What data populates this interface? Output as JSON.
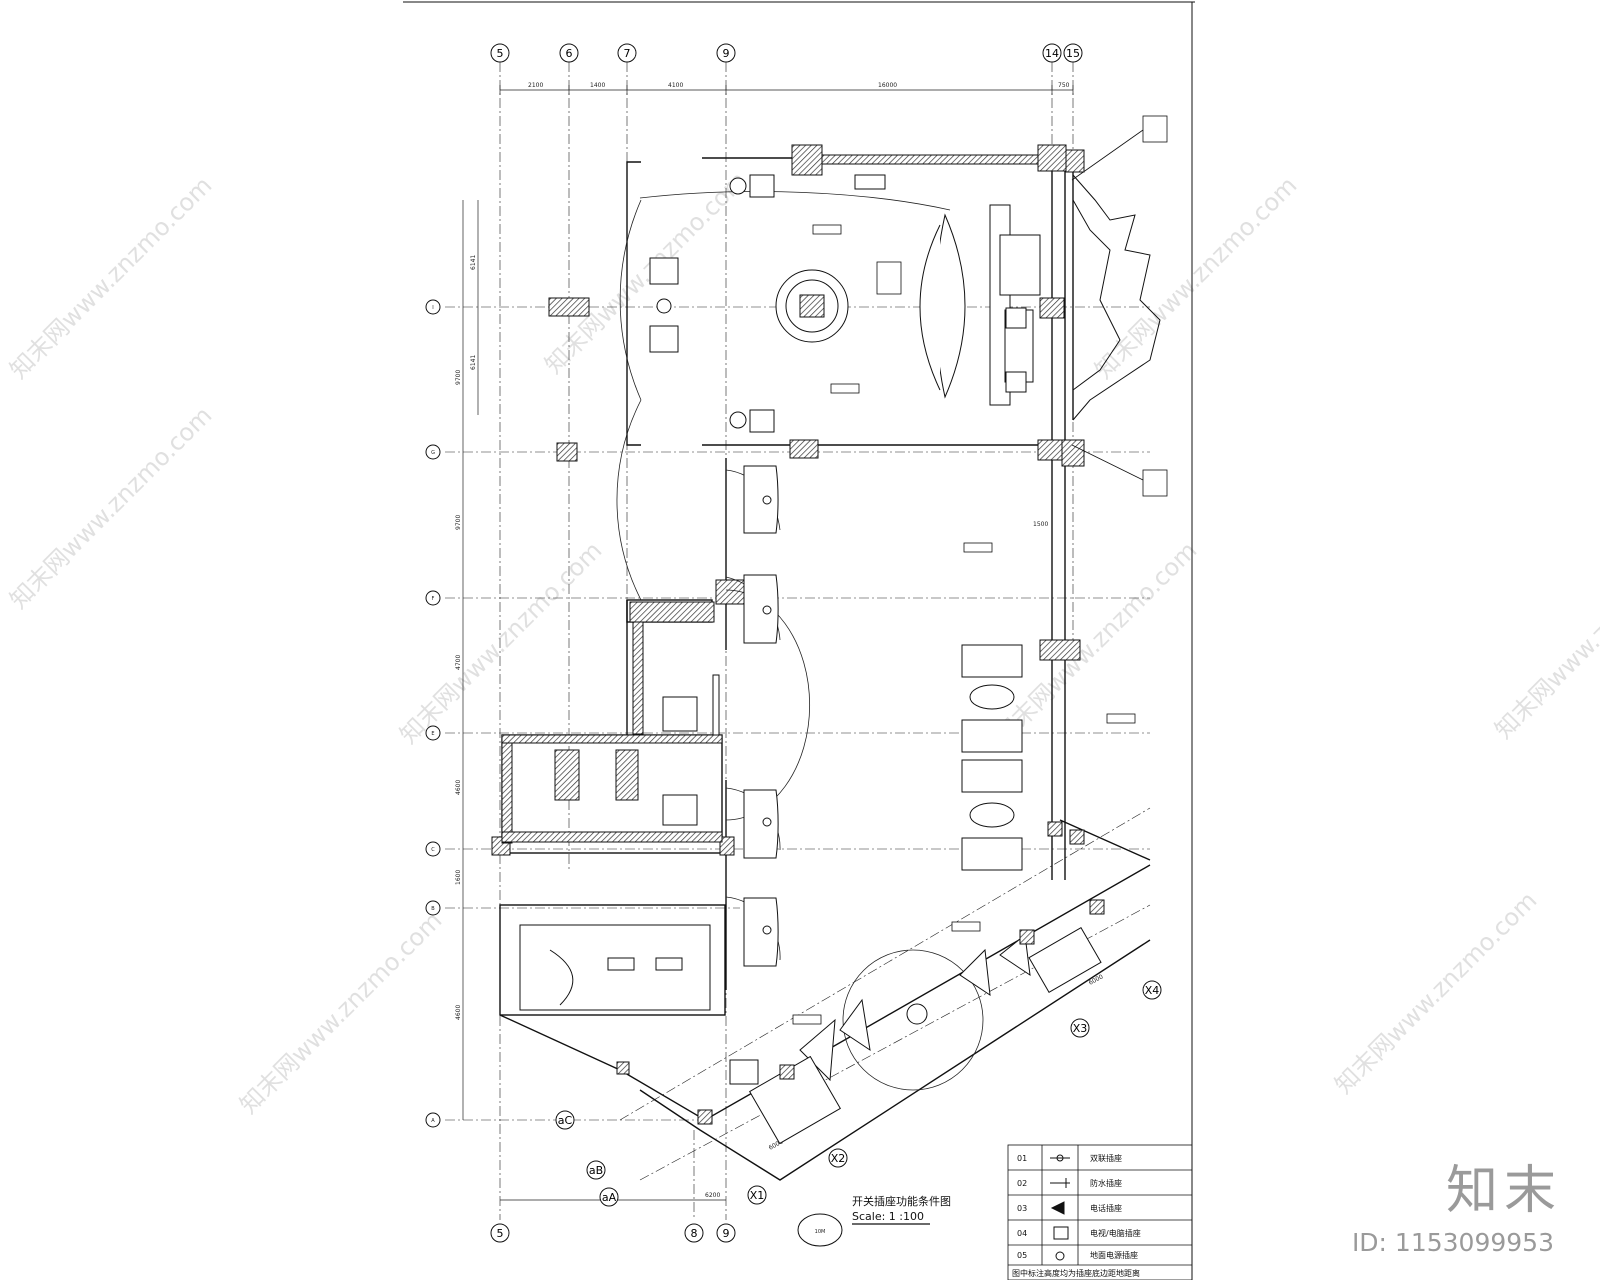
{
  "drawing": {
    "title": "开关插座功能条件图",
    "scale": "Scale: 1 :100",
    "symbol_label": "10M"
  },
  "axes": {
    "top": [
      "5",
      "6",
      "7",
      "9",
      "14",
      "15"
    ],
    "bottom": [
      "5",
      "8",
      "9"
    ],
    "left": [
      "I",
      "G",
      "F",
      "E",
      "C",
      "B",
      "A"
    ],
    "diagonal": [
      "aC",
      "aB",
      "aA",
      "X1",
      "X2",
      "X3",
      "X4"
    ]
  },
  "dimensions": {
    "top": [
      "2100",
      "1400",
      "4100",
      "16000",
      "750"
    ],
    "left": [
      "6141",
      "6141",
      "9700",
      "9700",
      "4700",
      "4600",
      "1600",
      "4600"
    ],
    "other": [
      "6000",
      "6200",
      "6000",
      "6000",
      "1500"
    ]
  },
  "legend": {
    "rows": [
      {
        "code": "01",
        "label": "双联插座"
      },
      {
        "code": "02",
        "label": "防水插座"
      },
      {
        "code": "03",
        "label": "电话插座"
      },
      {
        "code": "04",
        "label": "电视/电脑插座"
      },
      {
        "code": "05",
        "label": "地面电源插座"
      }
    ],
    "note": "图中标注高度均为插座底边距地距离"
  },
  "watermark": {
    "text": "知末网www.znzmo.com"
  },
  "brand": {
    "logo": "知末",
    "id": "ID: 1153099953"
  },
  "colors": {
    "line": "#111111",
    "hatch": "#333333",
    "watermark": "#d4d4d4"
  }
}
